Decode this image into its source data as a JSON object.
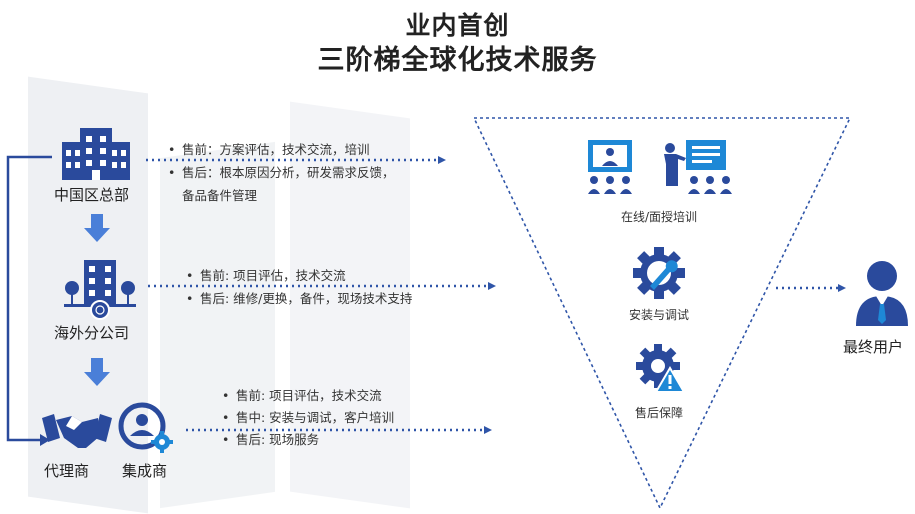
{
  "header": {
    "title_line1": "业内首创",
    "title_line2": "三阶梯全球化技术服务"
  },
  "tiers": {
    "hq": {
      "label": "中国区总部",
      "bullets": [
        "售前：方案评估，技术交流，培训",
        "售后：根本原因分析，研发需求反馈，",
        "备品备件管理"
      ]
    },
    "overseas": {
      "label": "海外分公司",
      "bullets": [
        "售前: 项目评估，技术交流",
        "售后: 维修/更换，备件，现场技术支持"
      ]
    },
    "partners": {
      "agent_label": "代理商",
      "integrator_label": "集成商",
      "bullets": [
        "售前: 项目评估，技术交流",
        "售中: 安装与调试，客户培训",
        "售后: 现场服务"
      ]
    }
  },
  "funnel": {
    "items": [
      {
        "label": "在线/面授培训",
        "icon": "training-icon"
      },
      {
        "label": "安装与调试",
        "icon": "gear-wrench-icon"
      },
      {
        "label": "售后保障",
        "icon": "gear-warning-icon"
      }
    ]
  },
  "end_user": {
    "label": "最终用户"
  },
  "colors": {
    "primary": "#2a4a9c",
    "accent": "#1e88d6",
    "arrow": "#4a7fd8",
    "dotted": "#2f55a8",
    "bg_shape": "#eef0f3"
  }
}
